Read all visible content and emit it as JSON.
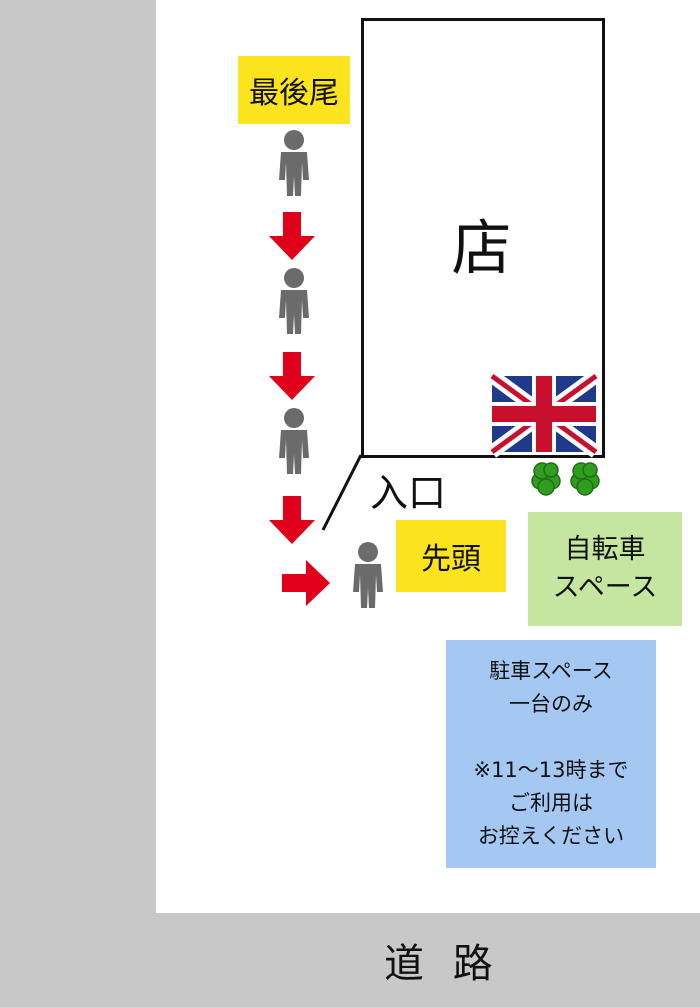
{
  "road": {
    "label": "道 路"
  },
  "store": {
    "label": "店"
  },
  "entrance": {
    "label": "入口"
  },
  "queue": {
    "last_label": "最後尾",
    "first_label": "先頭",
    "people_icon": "person-icon",
    "arrow_color": "#e0001a"
  },
  "bicycle_space": {
    "line1": "自転車",
    "line2": "スペース"
  },
  "parking_space": {
    "line1": "駐車スペース",
    "line2": "一台のみ",
    "line3": "※11～13時まで",
    "line4": "ご利用は",
    "line5": "お控えください"
  },
  "colors": {
    "road": "#c8c8c8",
    "tag_yellow": "#fbe31d",
    "bike_green": "#c4e6a0",
    "parking_blue": "#a4c8f2",
    "person_gray": "#6b6b6b",
    "bush_green": "#2f9e1f"
  },
  "flag": {
    "icon": "union-jack-flag-icon"
  },
  "bushes": {
    "icon": "bush-icon"
  }
}
